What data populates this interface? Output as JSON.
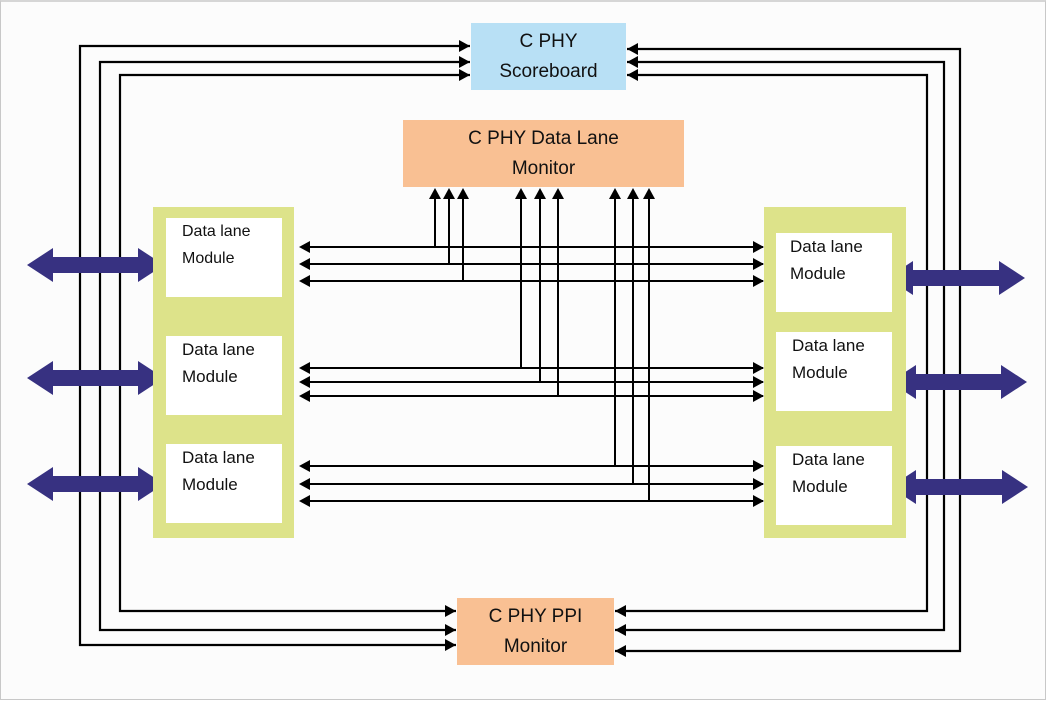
{
  "diagram": {
    "title": "C PHY verification environment block diagram",
    "blocks": {
      "scoreboard": {
        "line1": "C PHY",
        "line2": "Scoreboard",
        "color": "#b8e0f5"
      },
      "data_lane_monitor": {
        "line1": "C PHY Data Lane",
        "line2": "Monitor",
        "color": "#f9c093"
      },
      "ppi_monitor": {
        "line1": "C PHY PPI",
        "line2": "Monitor",
        "color": "#f9c093"
      }
    },
    "left_group": {
      "color": "#dde38a",
      "modules": [
        {
          "line1": "Data lane",
          "line2": "Module"
        },
        {
          "line1": "Data lane",
          "line2": "Module"
        },
        {
          "line1": "Data lane",
          "line2": "Module"
        }
      ]
    },
    "right_group": {
      "color": "#dde38a",
      "modules": [
        {
          "line1": "Data lane",
          "line2": "Module"
        },
        {
          "line1": "Data lane",
          "line2": "Module"
        },
        {
          "line1": "Data lane",
          "line2": "Module"
        }
      ]
    },
    "colors": {
      "bidirectional_arrow": "#373181",
      "connector": "#000000"
    }
  }
}
